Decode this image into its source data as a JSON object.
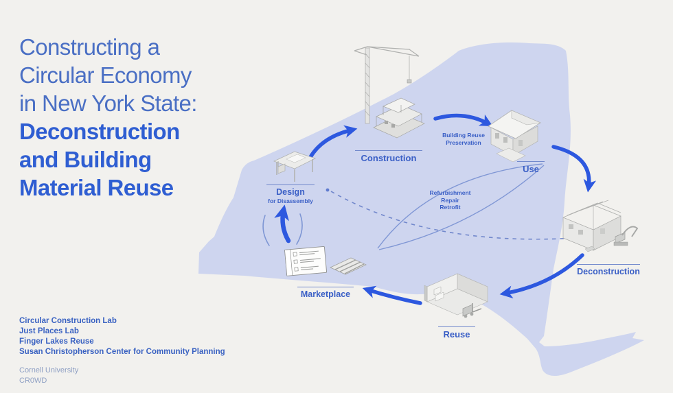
{
  "poster": {
    "title": {
      "light_lines": [
        "Constructing a",
        "Circular Economy",
        "in New York State:"
      ],
      "bold_lines": [
        "Deconstruction",
        "and Building",
        "Material Reuse"
      ]
    }
  },
  "nodes": [
    {
      "id": "design",
      "label": "Design",
      "sublabel": "for Disassembly",
      "illustration": "drafting-desk-icon"
    },
    {
      "id": "construction",
      "label": "Construction",
      "illustration": "tower-crane-building-icon"
    },
    {
      "id": "use",
      "label": "Use",
      "illustration": "house-icon"
    },
    {
      "id": "deconstruction",
      "label": "Deconstruction",
      "illustration": "building-excavator-icon"
    },
    {
      "id": "reuse",
      "label": "Reuse",
      "illustration": "warehouse-forklift-icon"
    },
    {
      "id": "marketplace",
      "label": "Marketplace",
      "illustration": "listing-card-pallet-icon"
    }
  ],
  "flow_labels": [
    {
      "id": "building-reuse",
      "lines": [
        "Building Reuse",
        "Preservation"
      ]
    },
    {
      "id": "refurbishment",
      "lines": [
        "Refurbishment",
        "Repair",
        "Retrofit"
      ]
    }
  ],
  "credits": {
    "organizations": [
      "Circular Construction Lab",
      "Just Places Lab",
      "Finger Lakes Reuse",
      "Susan Christopherson Center for Community Planning"
    ],
    "affiliations": [
      "Cornell University",
      "CR0WD"
    ]
  },
  "colors": {
    "background": "#f2f1ee",
    "map_fill": "#ccd3ee",
    "arrow_blue": "#2d58df",
    "title_light_blue": "#4a6fc4",
    "title_bold_blue": "#2f5ed2",
    "label_blue": "#3a5fc6",
    "credits_muted_blue": "#8fa0c4"
  }
}
